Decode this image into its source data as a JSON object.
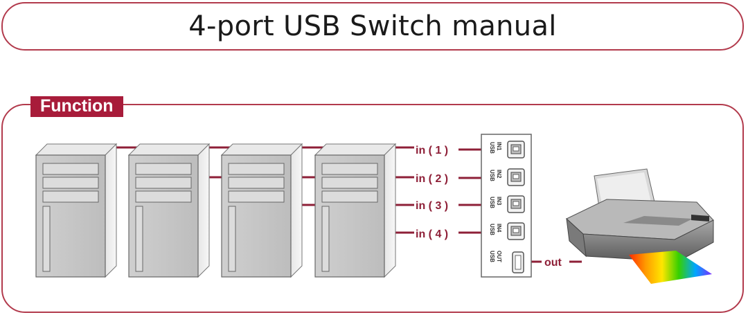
{
  "title": "4-port USB Switch manual",
  "section_label": "Function",
  "ports": [
    {
      "label": "in ( 1 )",
      "panel_top": "USB",
      "panel_bottom": "IN1"
    },
    {
      "label": "in ( 2 )",
      "panel_top": "USB",
      "panel_bottom": "IN2"
    },
    {
      "label": "in ( 3 )",
      "panel_top": "USB",
      "panel_bottom": "IN3"
    },
    {
      "label": "in ( 4 )",
      "panel_top": "USB",
      "panel_bottom": "IN4"
    }
  ],
  "output": {
    "label": "out",
    "panel_top": "USB",
    "panel_bottom": "OUT"
  },
  "colors": {
    "accent": "#a81c3a",
    "line": "#8e1f37",
    "border": "#b23a4c"
  },
  "icons": [
    "pc-tower-icon",
    "usb-b-port-icon",
    "usb-a-port-icon",
    "printer-icon"
  ]
}
